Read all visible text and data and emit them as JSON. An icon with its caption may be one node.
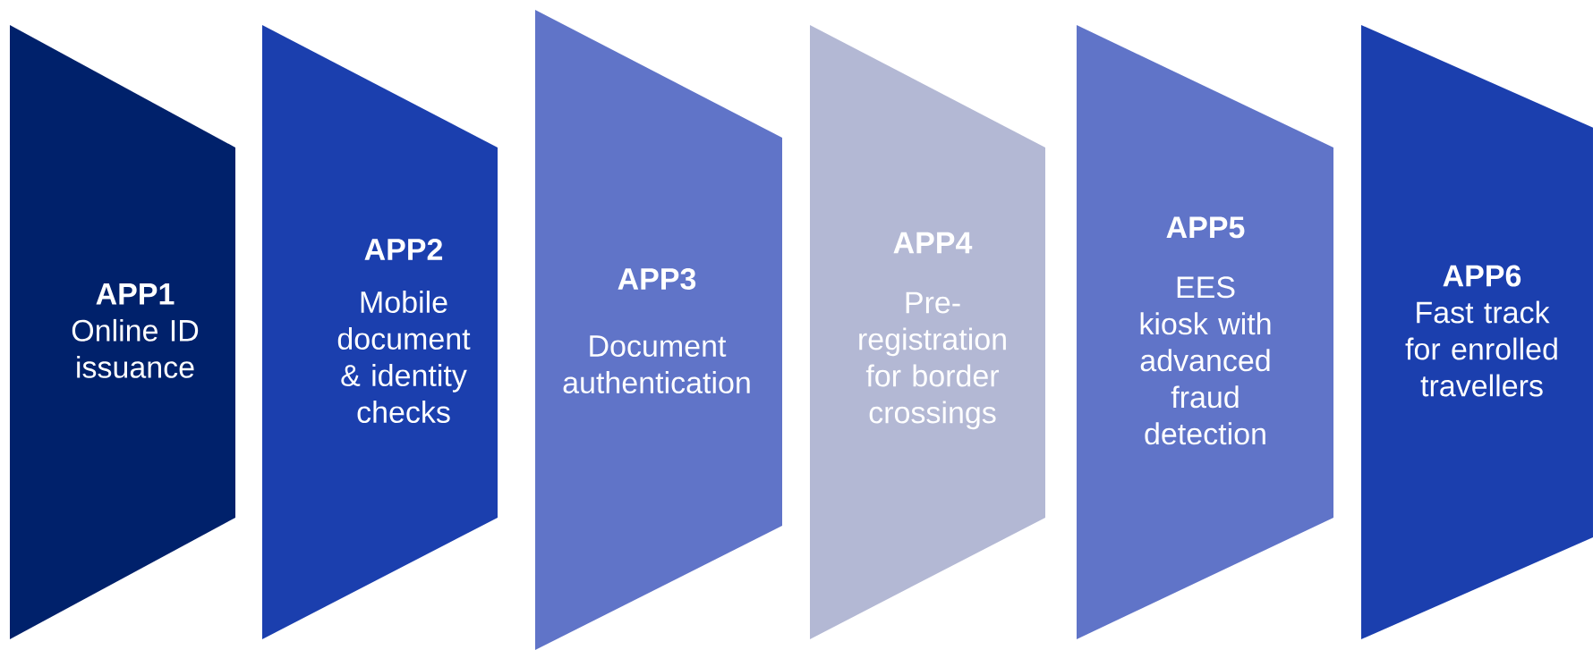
{
  "diagram": {
    "nodes": [
      {
        "text": [
          "APP1",
          "Online ID issuance"
        ]
      },
      {
        "text": [
          "APP2",
          "Mobile document & identity checks"
        ]
      },
      {
        "text": [
          "APP3",
          "Document authentication"
        ]
      },
      {
        "text": [
          "APP4",
          "Pre-registration for border crossings"
        ]
      },
      {
        "text": [
          "APP5",
          "EES kiosk with advanced fraud detection"
        ]
      },
      {
        "text": [
          "APP6",
          "Fast track for enrolled travellers"
        ]
      }
    ]
  }
}
